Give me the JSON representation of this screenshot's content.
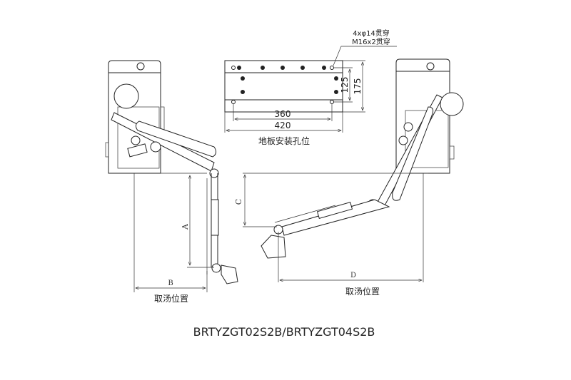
{
  "floor_plan": {
    "hole_note_line1": "4xφ14贯穿",
    "hole_note_line2": "M16x2贯穿",
    "dim_125": "125",
    "dim_175": "175",
    "dim_360": "360",
    "dim_420": "420",
    "caption": "地板安装孔位"
  },
  "left_view": {
    "dim_a": "A",
    "dim_b": "B",
    "pour_position": "取汤位置"
  },
  "right_view": {
    "dim_c": "C",
    "dim_d": "D",
    "pour_position": "取汤位置"
  },
  "model_title": "BRTYZGT02S2B/BRTYZGT04S2B"
}
